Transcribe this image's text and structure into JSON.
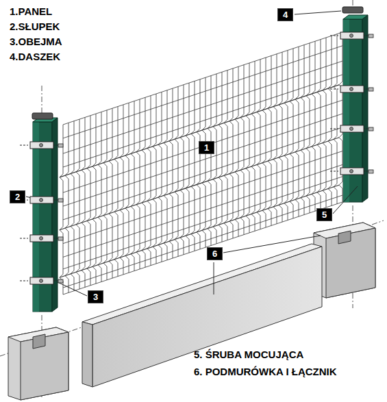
{
  "diagram": {
    "nodes": [
      {
        "text": [
          "4"
        ]
      },
      {
        "text": [
          "1"
        ]
      },
      {
        "text": [
          "2"
        ]
      },
      {
        "text": [
          "5"
        ]
      },
      {
        "text": [
          "6"
        ]
      },
      {
        "text": [
          "3"
        ]
      }
    ],
    "edges": [],
    "labels": [
      "1.PANEL",
      "2.SŁUPEK",
      "3.OBEJMA",
      "4.DASZEK",
      "5. ŚRUBA MOCUJĄCA",
      "6. PODMURÓWKA I ŁĄCZNIK"
    ]
  }
}
